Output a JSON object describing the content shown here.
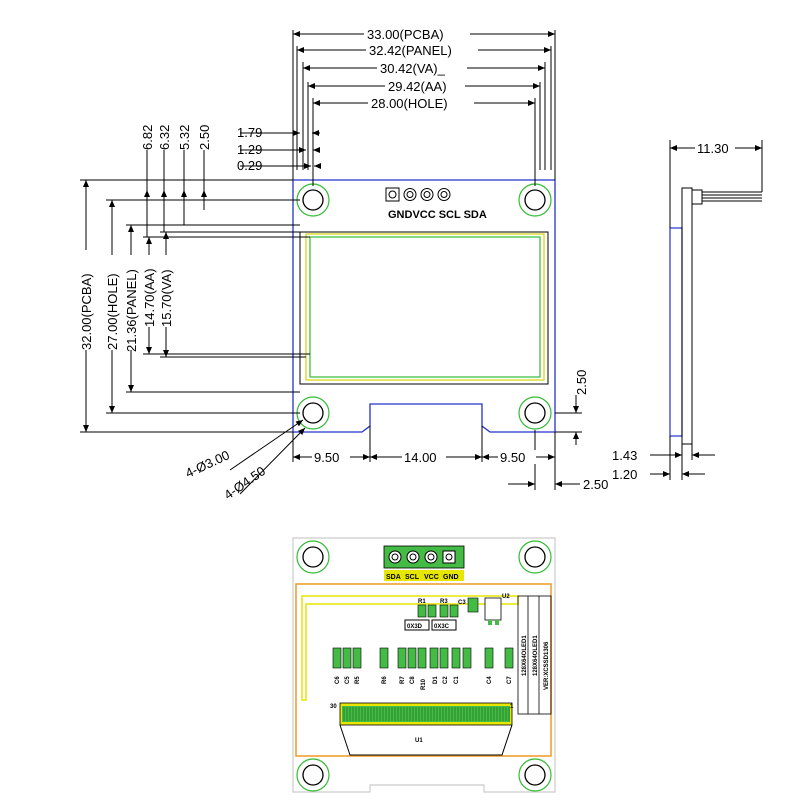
{
  "front_view": {
    "width_labels": [
      "33.00(PCBA)",
      "32.42(PANEL)",
      "30.42(VA)_",
      "29.42(AA)",
      "28.00(HOLE)"
    ],
    "height_labels": [
      "32.00(PCBA)",
      "27.00(HOLE)",
      "21.36(PANEL)",
      "14.70(AA)",
      "15.70(VA)"
    ],
    "top_offsets": [
      "6.82",
      "6.32",
      "5.32",
      "2.50"
    ],
    "left_offsets": [
      "1.79",
      "1.29",
      "0.29"
    ],
    "pin_label": "GNDVCC SCL SDA",
    "bottom_dims": [
      "9.50",
      "14.00",
      "9.50"
    ],
    "right_dims": [
      "2.50",
      "2.50"
    ],
    "hole_labels": [
      "4-Ø3.00",
      "4-Ø4.50"
    ]
  },
  "side_view": {
    "width_label": "11.30",
    "dims": [
      "1.43",
      "1.20"
    ]
  },
  "back_view": {
    "pin_labels": [
      "SDA",
      "SCL",
      "VCC",
      "GND"
    ],
    "components_top": [
      "R1",
      "R3",
      "C3",
      "U2"
    ],
    "chips": [
      "0X3D",
      "0X3C"
    ],
    "components_row": [
      "C6",
      "C5",
      "R5",
      "R6",
      "R7",
      "C8",
      "R10",
      "D1",
      "C2",
      "C1",
      "C4",
      "C7"
    ],
    "chip_ids": [
      "128X64OLED1",
      "128X64OLED1",
      "VER:XCSSD1306"
    ],
    "connector_numbers": [
      "30",
      "1"
    ],
    "connector_label": "U1"
  }
}
